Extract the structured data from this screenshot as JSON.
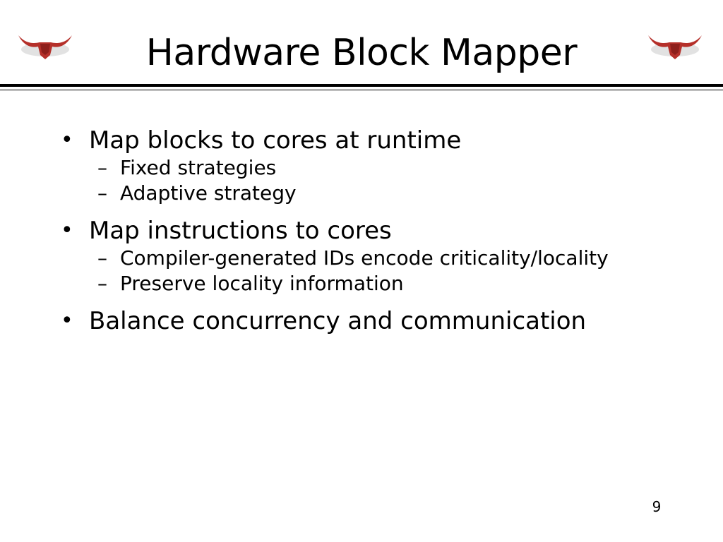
{
  "slide": {
    "title": "Hardware Block Mapper",
    "page_number": "9",
    "logo_icon": "longhorn-logo-icon",
    "logo_color": "#b5302a",
    "bullets": [
      {
        "text": "Map blocks to cores at runtime",
        "subs": [
          {
            "text": "Fixed strategies"
          },
          {
            "text": "Adaptive strategy"
          }
        ]
      },
      {
        "text": "Map instructions to cores",
        "subs": [
          {
            "text": "Compiler-generated IDs encode criticality/locality"
          },
          {
            "text": "Preserve locality information"
          }
        ]
      },
      {
        "text": "Balance concurrency and communication",
        "subs": []
      }
    ],
    "bullet_glyph": "•",
    "sub_glyph": "–"
  }
}
